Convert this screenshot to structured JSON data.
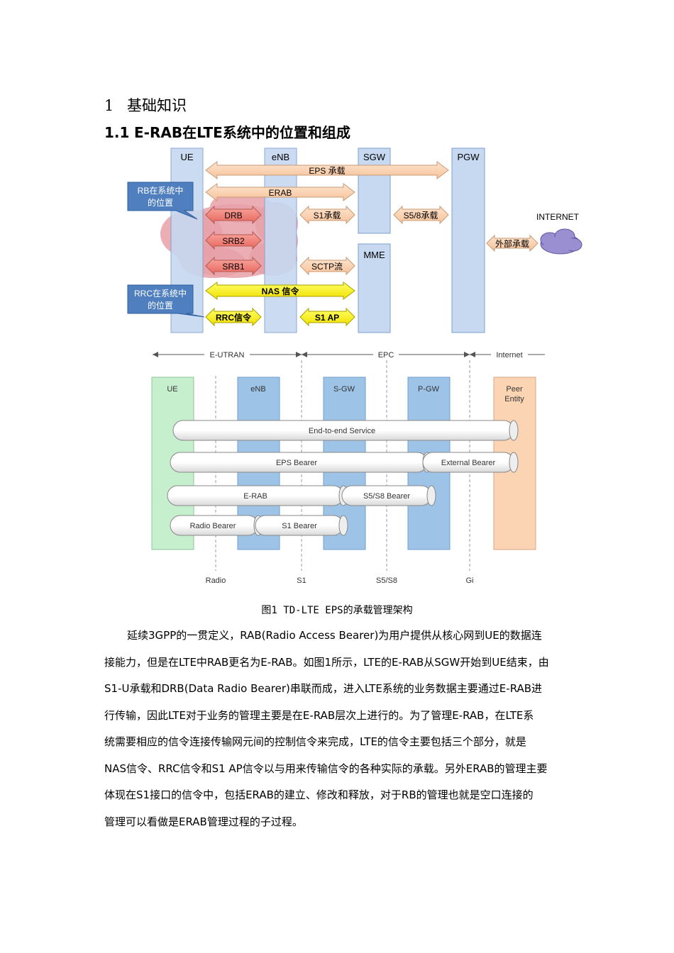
{
  "heading1": {
    "num": "1",
    "text": "基础知识"
  },
  "heading2": {
    "num": "1.1",
    "text": "E-RAB在LTE系统中的位置和组成"
  },
  "fig1": {
    "nodes": {
      "ue": "UE",
      "enb": "eNB",
      "sgw": "SGW",
      "pgw": "PGW",
      "mme": "MME",
      "internet": "INTERNET"
    },
    "callout_rb": [
      "RB在系统中",
      "的位置"
    ],
    "callout_rrc": [
      "RRC在系统中",
      "的位置"
    ],
    "arrows": {
      "eps": "EPS 承载",
      "erab": "ERAB",
      "drb": "DRB",
      "srb2": "SRB2",
      "srb1": "SRB1",
      "s1": "S1承载",
      "s58": "S5/8承载",
      "sctp": "SCTP流",
      "nas": "NAS 信令",
      "rrc": "RRC信令",
      "s1ap": "S1 AP",
      "ext": "外部承载"
    }
  },
  "fig2": {
    "regions": {
      "eutran": "E-UTRAN",
      "epc": "EPC",
      "internet": "Internet"
    },
    "nodes": {
      "ue": "UE",
      "enb": "eNB",
      "sgw": "S-GW",
      "pgw": "P-GW",
      "peer1": "Peer",
      "peer2": "Entity"
    },
    "bearers": {
      "e2e": "End-to-end Service",
      "eps": "EPS Bearer",
      "ext": "External Bearer",
      "erab": "E-RAB",
      "s5": "S5/S8 Bearer",
      "radio": "Radio Bearer",
      "s1": "S1 Bearer"
    },
    "interfaces": {
      "radio": "Radio",
      "s1": "S1",
      "s5": "S5/S8",
      "gi": "Gi"
    }
  },
  "caption": "图1 TD-LTE EPS的承载管理架构",
  "body_lines": [
    "延续3GPP的一贯定义，RAB(Radio Access Bearer)为用户提供从核心网到UE的数据连",
    "接能力，但是在LTE中RAB更名为E-RAB。如图1所示，LTE的E-RAB从SGW开始到UE结束，由",
    "S1-U承载和DRB(Data Radio Bearer)串联而成，进入LTE系统的业务数据主要通过E-RAB进",
    "行传输，因此LTE对于业务的管理主要是在E-RAB层次上进行的。为了管理E-RAB，在LTE系",
    "统需要相应的信令连接传输网元间的控制信令来完成，LTE的信令主要包括三个部分，就是",
    "NAS信令、RRC信令和S1 AP信令以与用来传输信令的各种实际的承载。另外ERAB的管理主要",
    "体现在S1接口的信令中，包括ERAB的建立、修改和释放，对于RB的管理也就是空口连接的",
    "管理可以看做是ERAB管理过程的子过程。"
  ],
  "colors": {
    "node_fill": "#c6d9f1",
    "node_stroke": "#7f9fcf",
    "bearer_orange": "#fbd4b4",
    "bearer_red": "#f28b82",
    "signal_yellow": "#ffff00",
    "cloud_pink": "#e8a0a8",
    "callout": "#4f7fbf",
    "internet_cloud": "#9a8fd0",
    "fig2_blue": "#9dc3e6",
    "fig2_green": "#c6efce",
    "fig2_orange": "#fbd4b4"
  }
}
